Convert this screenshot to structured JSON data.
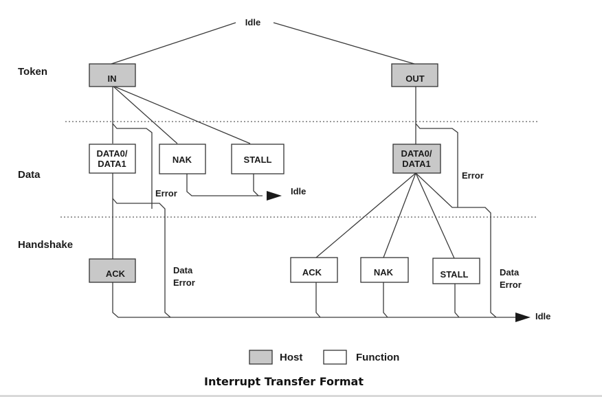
{
  "colors": {
    "host_fill": "#c8c8c8",
    "function_fill": "#ffffff",
    "line": "#3a3a3a"
  },
  "rows": {
    "token": "Token",
    "data": "Data",
    "handshake": "Handshake"
  },
  "states": {
    "idle_top": "Idle",
    "idle_mid": "Idle",
    "idle_bottom": "Idle"
  },
  "boxes": {
    "in": "IN",
    "out": "OUT",
    "in_data_line1": "DATA0/",
    "in_data_line2": "DATA1",
    "in_nak": "NAK",
    "in_stall": "STALL",
    "out_data_line1": "DATA0/",
    "out_data_line2": "DATA1",
    "in_ack": "ACK",
    "out_ack": "ACK",
    "out_nak": "NAK",
    "out_stall": "STALL"
  },
  "notes": {
    "in_error": "Error",
    "out_error": "Error",
    "in_data_error_1": "Data",
    "in_data_error_2": "Error",
    "out_data_error_1": "Data",
    "out_data_error_2": "Error"
  },
  "legend": {
    "host": "Host",
    "function": "Function"
  },
  "caption": "Interrupt Transfer Format"
}
